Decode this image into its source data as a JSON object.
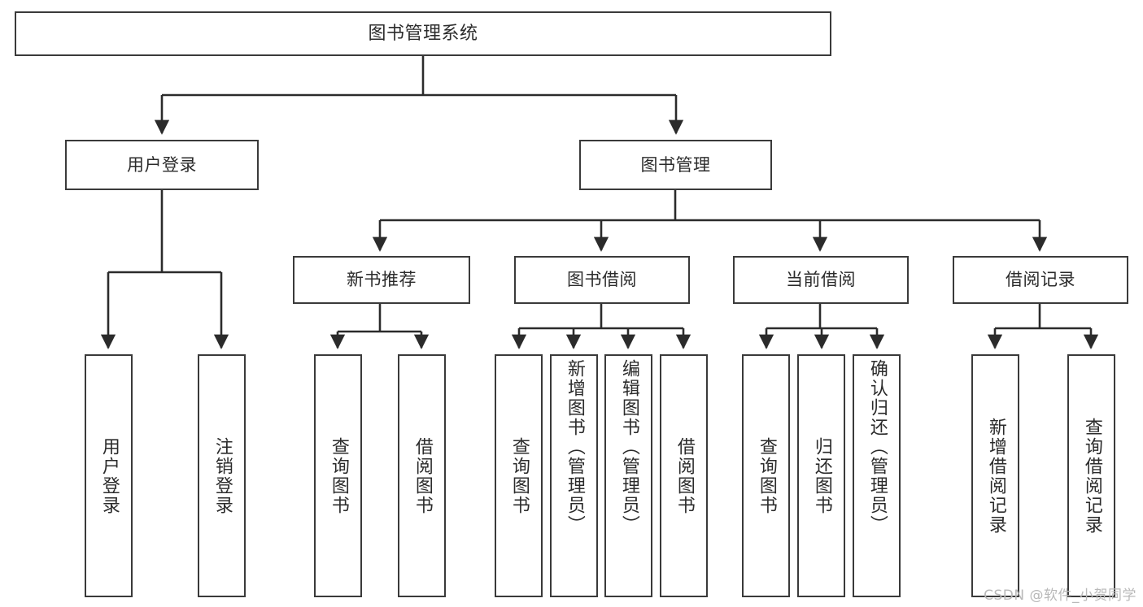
{
  "diagram": {
    "title": "图书管理系统",
    "type": "tree",
    "orientation": "top-down",
    "colors": {
      "background": "#ffffff",
      "node_fill": "#ffffff",
      "node_stroke": "#3a3a3a",
      "edge_stroke": "#2b2b2b",
      "text": "#2b2b2b",
      "watermark": "#b9b9b9"
    },
    "watermark": "CSDN @软件_小贺同学"
  },
  "nodes": {
    "root": {
      "label": "图书管理系统"
    },
    "level1": [
      {
        "id": "user-login",
        "label": "用户登录"
      },
      {
        "id": "book-manage",
        "label": "图书管理"
      }
    ],
    "level2": [
      {
        "id": "new-book-recommend",
        "label": "新书推荐"
      },
      {
        "id": "book-borrow",
        "label": "图书借阅"
      },
      {
        "id": "current-borrow",
        "label": "当前借阅"
      },
      {
        "id": "borrow-record",
        "label": "借阅记录"
      }
    ],
    "leaves": {
      "user_login": [
        {
          "id": "leaf-user-login",
          "label": "用户登录"
        },
        {
          "id": "leaf-logout-login",
          "label": "注销登录"
        }
      ],
      "new_book_recommend": [
        {
          "id": "leaf-query-book-1",
          "label": "查询图书"
        },
        {
          "id": "leaf-borrow-book-1",
          "label": "借阅图书"
        }
      ],
      "book_borrow": [
        {
          "id": "leaf-query-book-2",
          "label": "查询图书"
        },
        {
          "id": "leaf-add-book",
          "label": "新增图书（管理员）"
        },
        {
          "id": "leaf-edit-book",
          "label": "编辑图书（管理员）"
        },
        {
          "id": "leaf-borrow-book-2",
          "label": "借阅图书"
        }
      ],
      "current_borrow": [
        {
          "id": "leaf-query-book-3",
          "label": "查询图书"
        },
        {
          "id": "leaf-return-book",
          "label": "归还图书"
        },
        {
          "id": "leaf-confirm-return",
          "label": "确认归还（管理员）"
        }
      ],
      "borrow_record": [
        {
          "id": "leaf-add-record",
          "label": "新增借阅记录"
        },
        {
          "id": "leaf-query-record",
          "label": "查询借阅记录"
        }
      ]
    }
  }
}
